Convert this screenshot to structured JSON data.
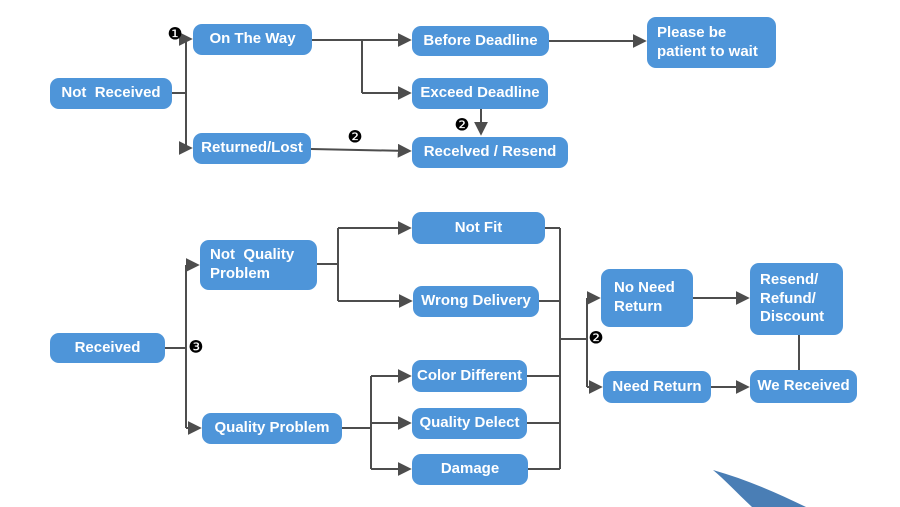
{
  "diagram": {
    "colors": {
      "node_fill": "#4E95D9",
      "node_text": "#FFFFFF",
      "line": "#4D4D4D",
      "marker": "#000000",
      "swoosh": "#4A7EB5"
    },
    "nodes": {
      "not_received": "Not  Received",
      "on_the_way": "On The Way",
      "returned_lost": "Returned/Lost",
      "before_deadline": "Before Deadline",
      "exceed_deadline": "Exceed Deadline",
      "received_resend": "Recelved / Resend",
      "please_wait": "Please be\npatient to wait",
      "received": "Received",
      "not_quality_problem": "Not  Quality\nProblem",
      "quality_problem": "Quality Problem",
      "not_fit": "Not Fit",
      "wrong_delivery": "Wrong Delivery",
      "color_different": "Color Different",
      "quality_delect": "Quality Delect",
      "damage": "Damage",
      "no_need_return": "No Need\nReturn",
      "need_return": "Need Return",
      "resend_refund_discount": "Resend/\nRefund/\nDiscount",
      "we_received": "We Received"
    },
    "markers": [
      {
        "glyph": "❶"
      },
      {
        "glyph": "❷"
      },
      {
        "glyph": "❷"
      },
      {
        "glyph": "❸"
      },
      {
        "glyph": "❷"
      }
    ]
  }
}
